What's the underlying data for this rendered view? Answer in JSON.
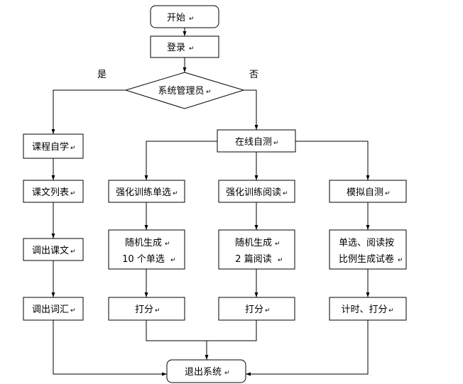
{
  "nodes": {
    "start": "开始",
    "login": "登录",
    "is_admin": "系统管理员",
    "course_study": "课程自学",
    "text_list": "课文列表",
    "open_text": "调出课文",
    "open_vocab": "调出词汇",
    "online_test": "在线自测",
    "single_drill": "强化训练单选",
    "reading_drill": "强化训练阅读",
    "mock_test": "模拟自测",
    "gen_single": [
      "随机生成",
      "10 个单选"
    ],
    "gen_reading": [
      "随机生成",
      "2 篇阅读"
    ],
    "gen_paper": [
      "单选、阅读按",
      "比例生成试卷"
    ],
    "score_single": "打分",
    "score_reading": "打分",
    "timed_score": "计时、打分",
    "exit": "退出系统"
  },
  "branches": {
    "yes": "是",
    "no": "否"
  },
  "paragraph_mark": "↵"
}
